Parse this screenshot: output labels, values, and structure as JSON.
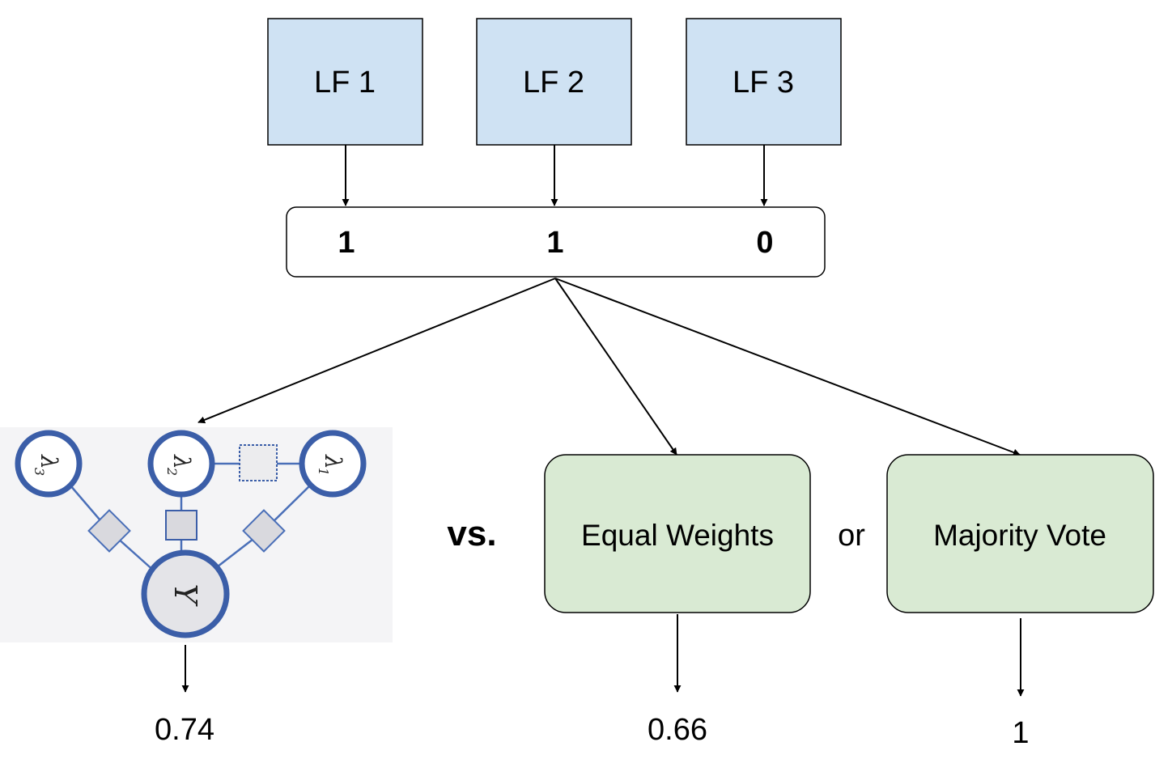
{
  "labeling_functions": [
    {
      "label": "LF 1"
    },
    {
      "label": "LF 2"
    },
    {
      "label": "LF 3"
    }
  ],
  "label_vector": [
    "1",
    "1",
    "0"
  ],
  "graphical_model": {
    "lambda_nodes": [
      {
        "symbol": "λ",
        "subscript": "3"
      },
      {
        "symbol": "λ",
        "subscript": "2"
      },
      {
        "symbol": "λ",
        "subscript": "1"
      }
    ],
    "output_node": "Y"
  },
  "comparison": {
    "vs_label": "vs.",
    "or_label": "or",
    "equal_weights_label": "Equal Weights",
    "majority_vote_label": "Majority Vote"
  },
  "outputs": {
    "model": "0.74",
    "equal_weights": "0.66",
    "majority_vote": "1"
  },
  "colors": {
    "lf_box_fill": "#cfe2f3",
    "method_box_fill": "#d9ead3",
    "node_stroke": "#3b5ea8",
    "node_fill": "#ffffff",
    "factor_fill": "#d9d9de",
    "model_bg": "#f4f4f6"
  }
}
